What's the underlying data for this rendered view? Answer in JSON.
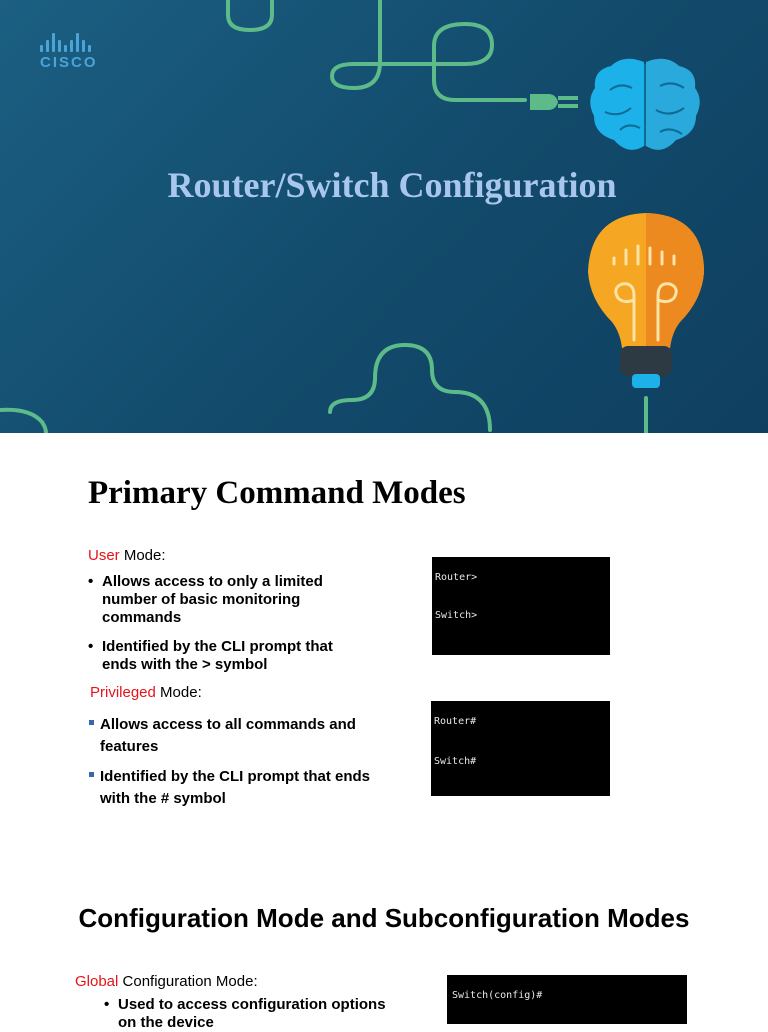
{
  "title_slide": {
    "logo_text": "CISCO",
    "title": "Router/Switch Configuration"
  },
  "command_modes": {
    "heading": "Primary Command Modes",
    "user_mode": {
      "label_red": "User",
      "label_rest": " Mode:",
      "bullets": [
        "Allows access to only a limited number of basic monitoring commands",
        "Identified by the CLI prompt that ends with the > symbol"
      ],
      "terminal": [
        "Router>",
        "Switch>"
      ]
    },
    "privileged_mode": {
      "label_red": "Privileged",
      "label_rest": " Mode:",
      "bullets": [
        "Allows access to all commands and features",
        "Identified by the CLI prompt that ends with the # symbol"
      ],
      "terminal": [
        "Router#",
        "Switch#"
      ]
    }
  },
  "config_modes": {
    "heading": "Configuration Mode and Subconfiguration Modes",
    "global_mode": {
      "label_red": "Global",
      "label_rest": " Configuration Mode:",
      "bullets": [
        "Used to access configuration options on the device"
      ],
      "terminal": [
        "Switch(config)#"
      ]
    }
  },
  "colors": {
    "accent_red": "#e8131a",
    "hero_blue": "#124a6b",
    "line_green": "#5dbb8a",
    "brain_blue": "#1cb1e8",
    "bulb_orange": "#f5a623"
  }
}
